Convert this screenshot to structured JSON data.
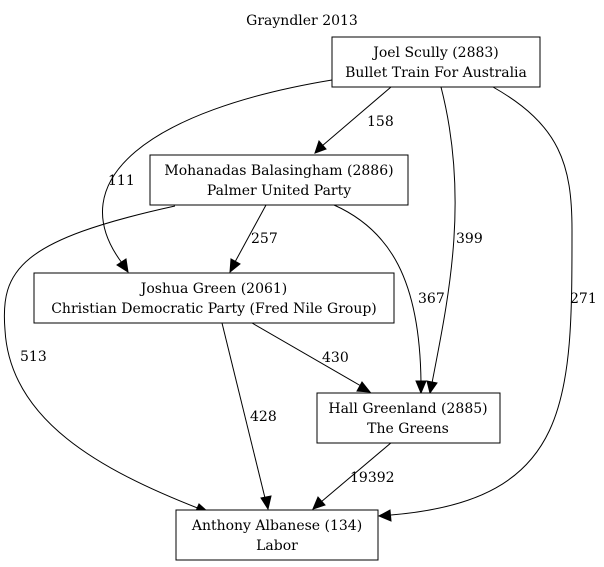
{
  "title": "Grayndler 2013",
  "nodes": [
    {
      "id": "scully",
      "line1": "Joel Scully (2883)",
      "line2": "Bullet Train For Australia"
    },
    {
      "id": "balasingham",
      "line1": "Mohanadas Balasingham (2886)",
      "line2": "Palmer United Party"
    },
    {
      "id": "green",
      "line1": "Joshua Green (2061)",
      "line2": "Christian Democratic Party (Fred Nile Group)"
    },
    {
      "id": "greenland",
      "line1": "Hall Greenland (2885)",
      "line2": "The Greens"
    },
    {
      "id": "albanese",
      "line1": "Anthony Albanese (134)",
      "line2": "Labor"
    }
  ],
  "edges": [
    {
      "from": "scully",
      "to": "balasingham",
      "label": "158"
    },
    {
      "from": "scully",
      "to": "green",
      "label": "111"
    },
    {
      "from": "scully",
      "to": "greenland",
      "label": "399"
    },
    {
      "from": "scully",
      "to": "albanese",
      "label": "271"
    },
    {
      "from": "balasingham",
      "to": "green",
      "label": "257"
    },
    {
      "from": "balasingham",
      "to": "greenland",
      "label": "367"
    },
    {
      "from": "balasingham",
      "to": "albanese",
      "label": "513"
    },
    {
      "from": "green",
      "to": "greenland",
      "label": "430"
    },
    {
      "from": "green",
      "to": "albanese",
      "label": "428"
    },
    {
      "from": "greenland",
      "to": "albanese",
      "label": "19392"
    }
  ]
}
